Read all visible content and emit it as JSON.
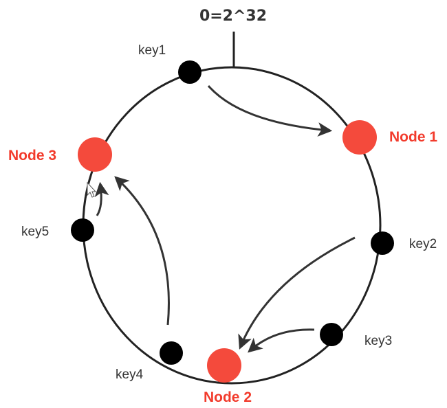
{
  "title": "0=2^32",
  "colors": {
    "node": "#f44a3c",
    "node_label": "#f23b2c",
    "key": "#000000",
    "ring": "#222222",
    "arrow": "#333333",
    "key_label": "#333333"
  },
  "nodes": [
    {
      "id": "node-1",
      "label": "Node 1"
    },
    {
      "id": "node-2",
      "label": "Node 2"
    },
    {
      "id": "node-3",
      "label": "Node 3"
    }
  ],
  "keys": [
    {
      "id": "key-1",
      "label": "key1"
    },
    {
      "id": "key-2",
      "label": "key2"
    },
    {
      "id": "key-3",
      "label": "key3"
    },
    {
      "id": "key-4",
      "label": "key4"
    },
    {
      "id": "key-5",
      "label": "key5"
    }
  ],
  "mappings": [
    {
      "from": "key1",
      "to": "Node 1"
    },
    {
      "from": "key2",
      "to": "Node 2"
    },
    {
      "from": "key3",
      "to": "Node 2"
    },
    {
      "from": "key4",
      "to": "Node 3"
    },
    {
      "from": "key5",
      "to": "Node 3"
    }
  ]
}
